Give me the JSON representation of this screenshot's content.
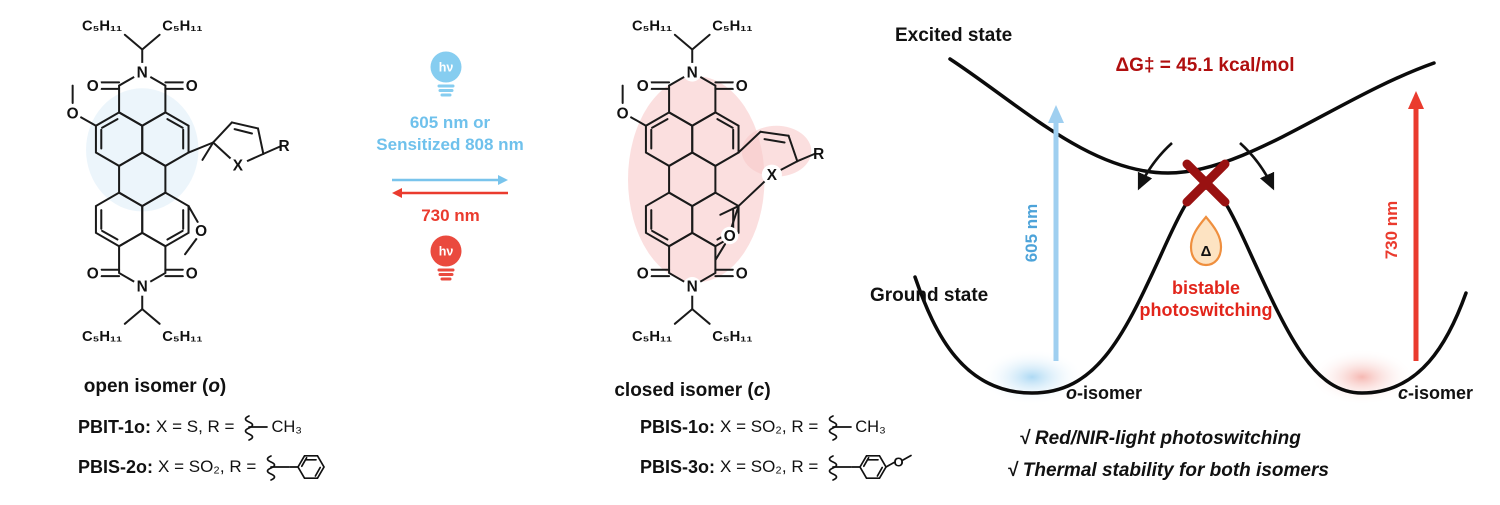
{
  "labels": {
    "c5h11": "C₅H₁₁",
    "o": "O",
    "n": "N",
    "x": "X",
    "r": "R",
    "hv": "hν"
  },
  "isomers": {
    "open_prefix": "open isomer (",
    "open_letter": "o",
    "open_suffix": ")",
    "closed_prefix": "closed isomer (",
    "closed_letter": "c",
    "closed_suffix": ")"
  },
  "switching": {
    "forward_line1": "605 nm or",
    "forward_line2": "Sensitized 808 nm",
    "reverse": "730 nm"
  },
  "compounds": [
    {
      "name": "PBIT-1o:",
      "conditions": "X = S, R =",
      "r_text": "CH₃"
    },
    {
      "name": "PBIS-2o:",
      "conditions": "X = SO₂, R =",
      "r_text": ""
    },
    {
      "name": "PBIS-1o:",
      "conditions": "X = SO₂, R =",
      "r_text": "CH₃"
    },
    {
      "name": "PBIS-3o:",
      "conditions": "X = SO₂, R =",
      "r_text": ""
    }
  ],
  "energy": {
    "excited_state": "Excited state",
    "ground_state": "Ground state",
    "barrier": "ΔG‡ = 45.1 kcal/mol",
    "blue_arrow_label": "605 nm",
    "red_arrow_label": "730 nm",
    "delta": "Δ",
    "bistable_line1": "bistable",
    "bistable_line2": "photoswitching",
    "o_isomer_letter": "o",
    "o_isomer_rest": "-isomer",
    "c_isomer_letter": "c",
    "c_isomer_rest": "-isomer",
    "bullet1": "√ Red/NIR-light photoswitching",
    "bullet2": "√ Thermal stability for both isomers"
  },
  "colors": {
    "light_blue": "#7cc6ec",
    "blue_text": "#4da3d9",
    "red": "#ea3b2e",
    "dark_red": "#b00f0f",
    "pink_highlight": "#f8caca",
    "blue_highlight": "#d9ecf7"
  }
}
